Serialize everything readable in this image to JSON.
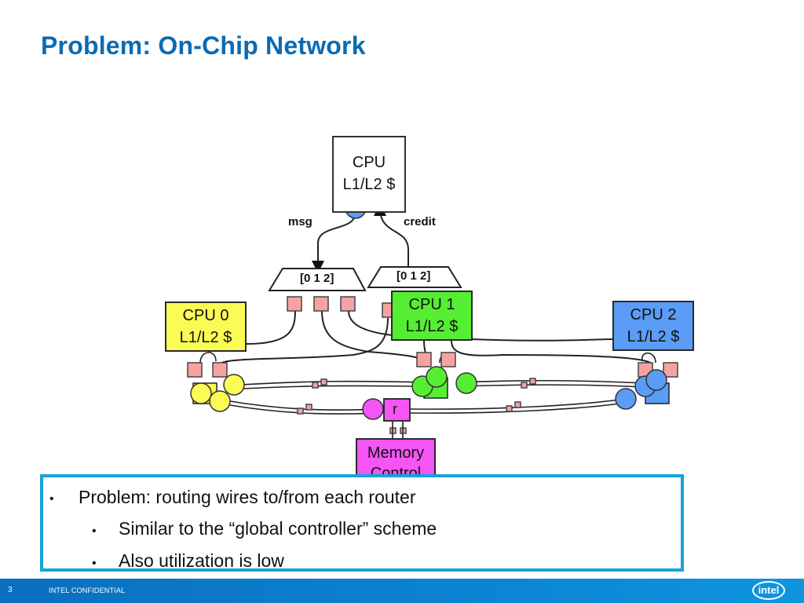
{
  "slide": {
    "title": "Problem: On-Chip Network"
  },
  "diagram": {
    "cpu_top": {
      "line1": "CPU",
      "line2": "L1/L2 $"
    },
    "cpu0": {
      "line1": "CPU 0",
      "line2": "L1/L2 $"
    },
    "cpu1": {
      "line1": "CPU 1",
      "line2": "L1/L2 $"
    },
    "cpu2": {
      "line1": "CPU 2",
      "line2": "L1/L2 $"
    },
    "memory": {
      "line1": "Memory",
      "line2": "Control"
    },
    "msg_label": "msg",
    "credit_label": "credit",
    "mux_left_label": "[0 1 2]",
    "mux_right_label": "[0 1 2]",
    "router_label": "r",
    "colors": {
      "cpu0": "#fbfb55",
      "cpu1": "#55ee33",
      "cpu2": "#5b9cf7",
      "memory": "#f455f4",
      "buffer": "#f7a2a2",
      "router_top": "#5b9cf7"
    }
  },
  "bullets": {
    "main": "Problem: routing wires to/from each router",
    "sub1": "Similar to the “global controller” scheme",
    "sub2": "Also utilization is low"
  },
  "footer": {
    "page": "3",
    "confidential": "INTEL CONFIDENTIAL",
    "logo": "intel"
  }
}
